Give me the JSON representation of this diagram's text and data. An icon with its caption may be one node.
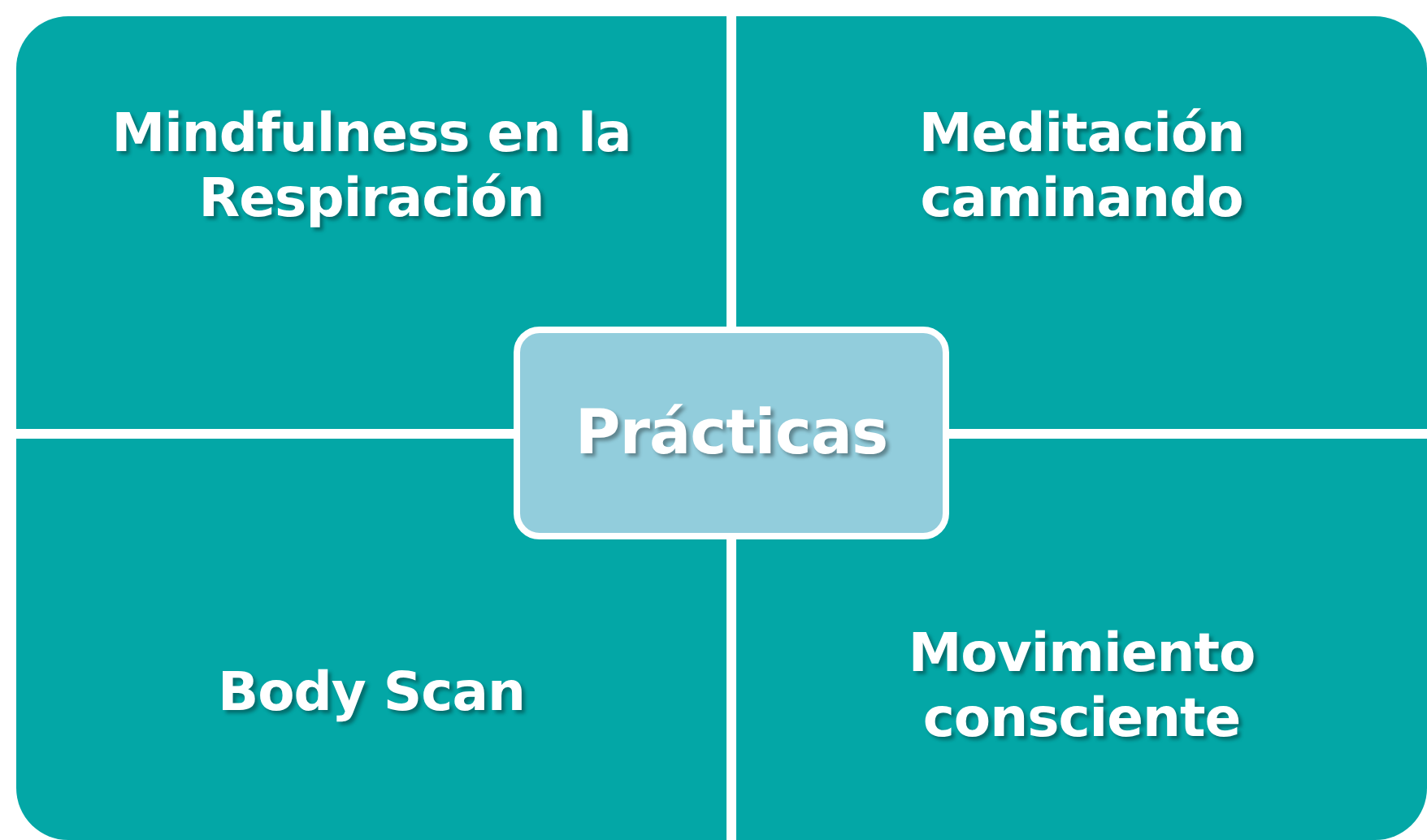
{
  "diagram": {
    "nodes": [
      {
        "text": [
          "Mindfulness en la Respiración"
        ]
      },
      {
        "text": [
          "Meditación caminando"
        ]
      },
      {
        "text": [
          "Prácticas"
        ]
      },
      {
        "text": [
          "Body Scan"
        ]
      },
      {
        "text": [
          "Movimiento consciente"
        ]
      }
    ]
  }
}
